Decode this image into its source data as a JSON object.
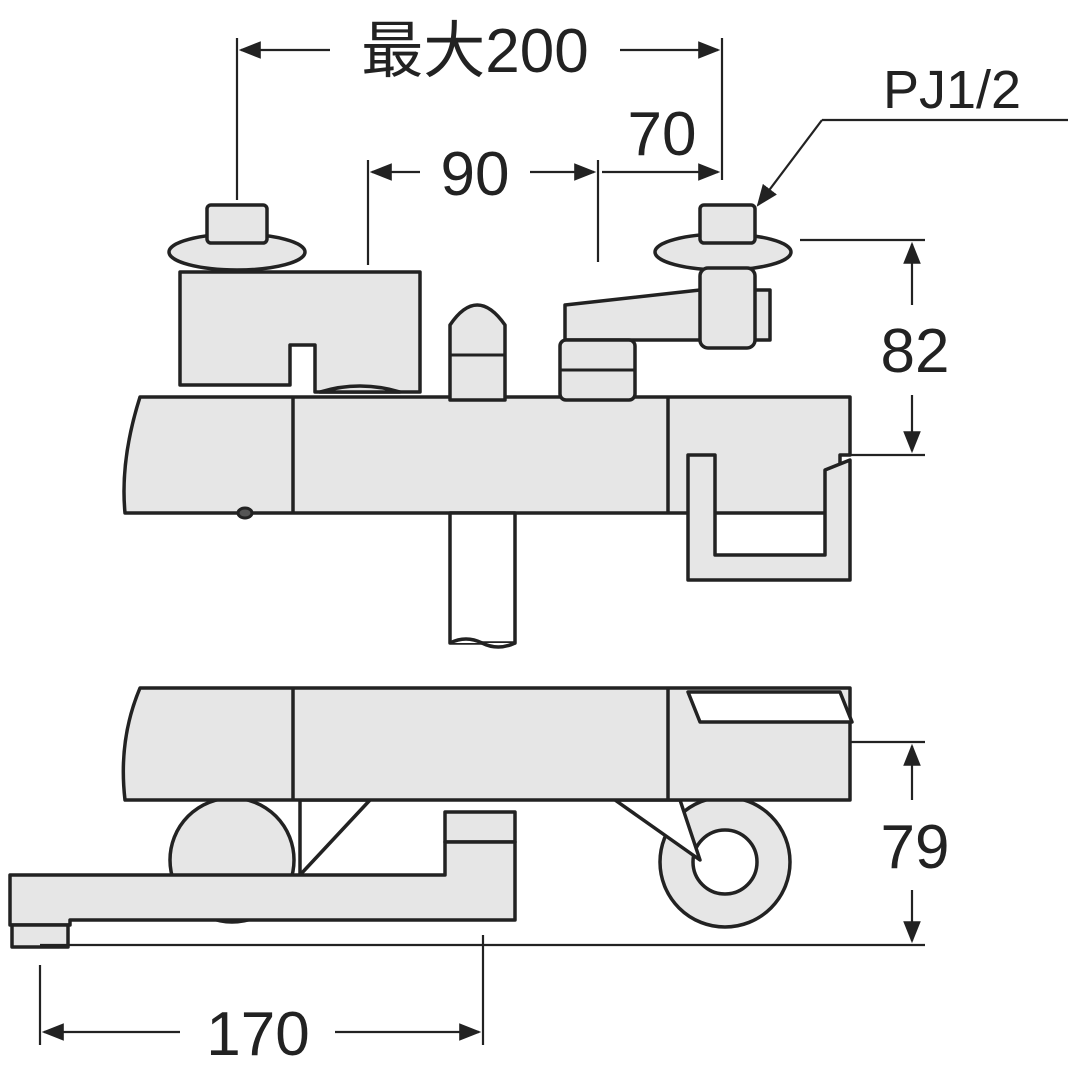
{
  "title": "Faucet dimension drawing",
  "dimensions": {
    "max_width": "最大200",
    "right_offset": "70",
    "center_offset": "90",
    "connection": "PJ1/2",
    "top_height": "82",
    "bottom_height": "79",
    "spout_length": "170"
  }
}
